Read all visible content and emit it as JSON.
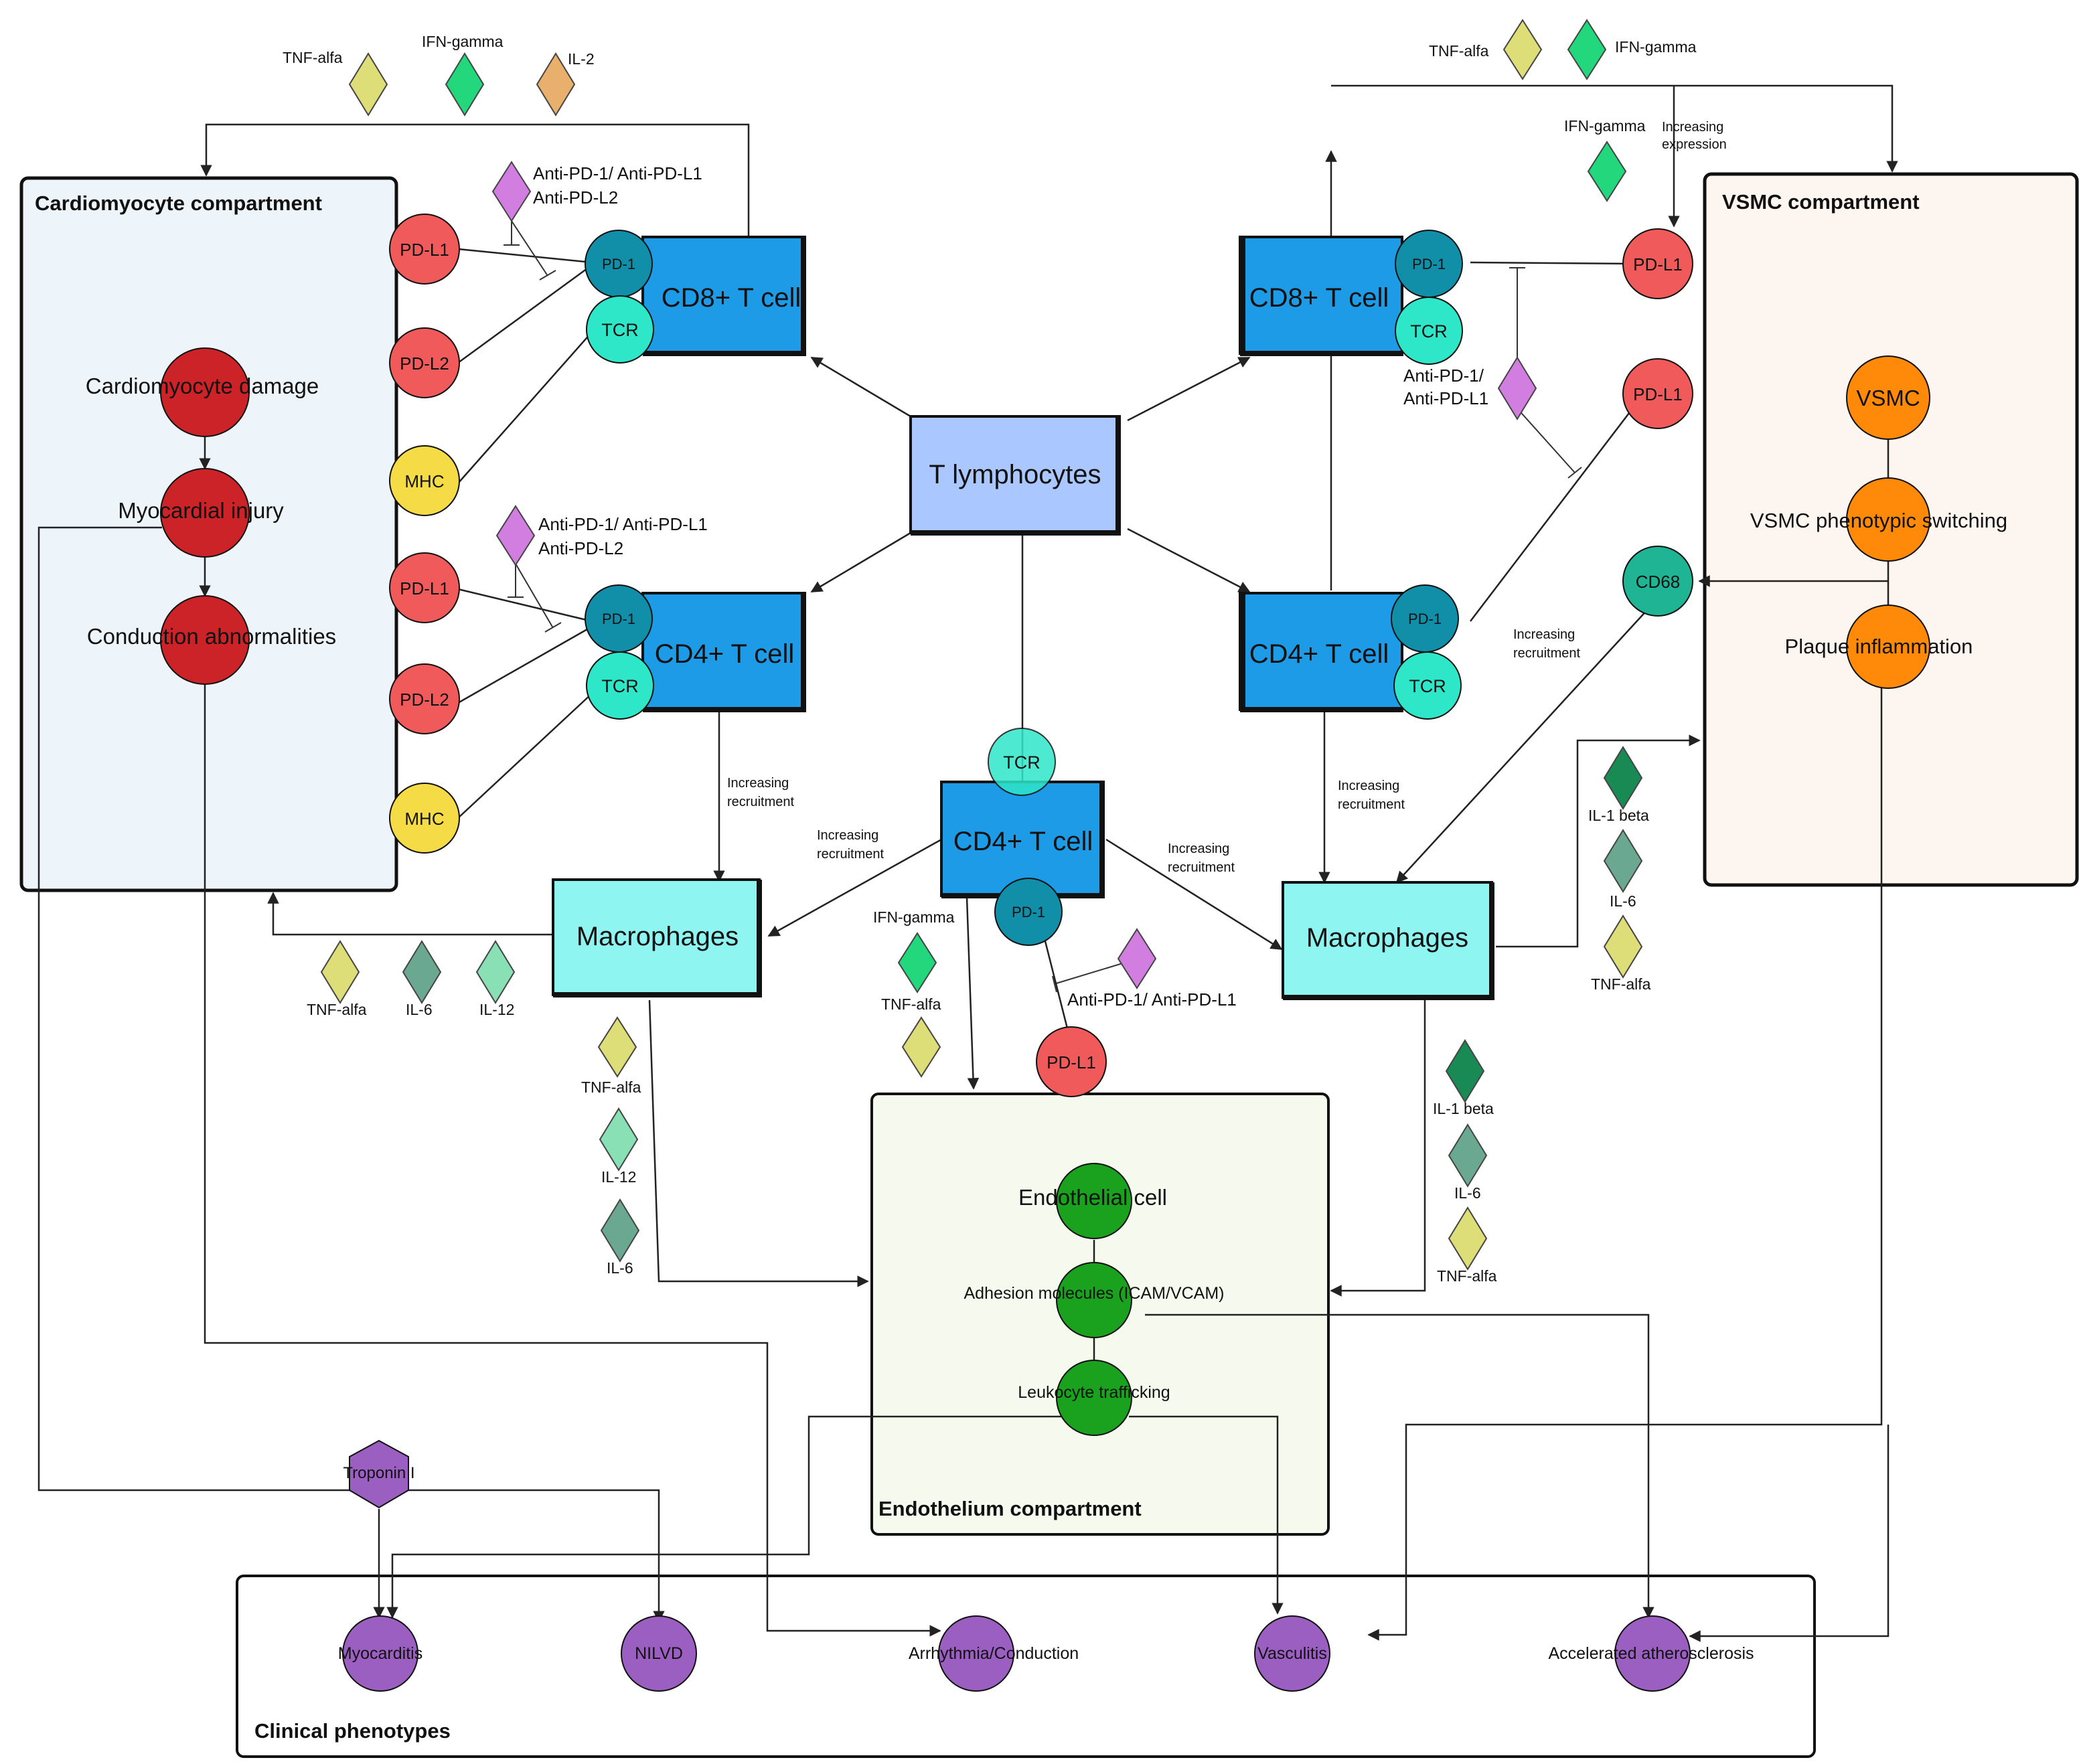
{
  "compartments": {
    "cardiomyocyte": "Cardiomyocyte compartment",
    "vsmc": "VSMC compartment",
    "endothelium": "Endothelium compartment",
    "clinical": "Clinical phenotypes"
  },
  "central": "T lymphocytes",
  "cells": {
    "cd8_left": "CD8+ T cell",
    "cd4_left": "CD4+ T cell",
    "cd8_right": "CD8+ T cell",
    "cd4_right": "CD4+ T cell",
    "cd4_center": "CD4+ T cell",
    "mac_left": "Macrophages",
    "mac_right": "Macrophages"
  },
  "receptors": {
    "pd1": "PD-1",
    "tcr": "TCR",
    "pdl1": "PD-L1",
    "pdl2": "PD-L2",
    "mhc": "MHC",
    "cd68": "CD68"
  },
  "cardio_nodes": [
    "Cardiomyocyte damage",
    "Myocardial injury",
    "Conduction abnormalities"
  ],
  "vsmc_nodes": [
    "VSMC",
    "VSMC phenotypic switching",
    "Plaque inflammation"
  ],
  "endo_nodes": [
    "Endothelial cell",
    "Adhesion molecules (ICAM/VCAM)",
    "Leukocyte trafficking"
  ],
  "clinical_nodes": [
    "Myocarditis",
    "NILVD",
    "Arrhythmia/Conduction",
    "Vasculitis",
    "Accelerated atherosclerosis"
  ],
  "biomarker": "Troponin I",
  "cytokines": {
    "tnf": "TNF-alfa",
    "ifn": "IFN-gamma",
    "il2": "IL-2",
    "il6": "IL-6",
    "il12": "IL-12",
    "il1b": "IL-1 beta"
  },
  "drugs": {
    "anti_pd1_pdl1": "Anti-PD-1/ Anti-PD-L1",
    "anti_pdl2": "Anti-PD-L2",
    "anti_pd1_split": "Anti-PD-1/",
    "anti_pdl1_split": "Anti-PD-L1"
  },
  "annotations": {
    "increasing": "Increasing",
    "recruitment": "recruitment",
    "expression": "expression"
  },
  "colors": {
    "cd_cell": "#1e9be6",
    "t_lymph": "#aac8ff",
    "macrophage": "#8ff5f0",
    "pd1": "#118ea8",
    "tcr": "#2ee6c8",
    "pdl": "#f05a5a",
    "mhc": "#f5dc46",
    "cardio": "#cc2328",
    "vsmc": "#ff8a0a",
    "endo": "#1aa11e",
    "clinical": "#9a5fc0",
    "tnf": "#dede78",
    "ifn": "#22d77c",
    "il2": "#e8b06c",
    "il6": "#6aa892",
    "il12": "#88e0b4",
    "il1b": "#1a8a54",
    "drug": "#d27ee0"
  }
}
